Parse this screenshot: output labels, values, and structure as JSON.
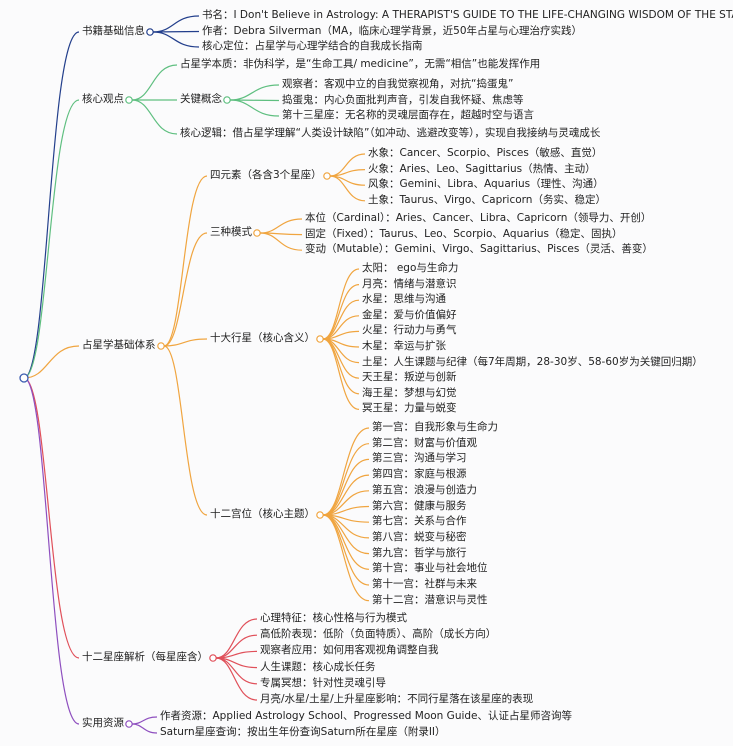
{
  "root": {
    "colors": [
      "#233f8c",
      "#5fbf80",
      "#f0a540",
      "#e0505a",
      "#8e4fbf"
    ]
  },
  "branches": [
    {
      "label": "书籍基础信息",
      "children": [
        {
          "label": "书名：I Don't Believe in Astrology: A THERAPIST'S GUIDE TO THE LIFE-CHANGING WISDOM OF THE STARS"
        },
        {
          "label": "作者：Debra Silverman（MA，临床心理学背景，近50年占星与心理治疗实践）"
        },
        {
          "label": "核心定位：占星学与心理学结合的自我成长指南"
        }
      ]
    },
    {
      "label": "核心观点",
      "children": [
        {
          "label": "占星学本质：非伪科学，是“生命工具/ medicine”，无需“相信”也能发挥作用"
        },
        {
          "label": "关键概念",
          "children": [
            {
              "label": "观察者：客观中立的自我觉察视角，对抗“捣蛋鬼”"
            },
            {
              "label": "捣蛋鬼：内心负面批判声音，引发自我怀疑、焦虑等"
            },
            {
              "label": "第十三星座：无名称的灵魂层面存在，超越时空与语言"
            }
          ]
        },
        {
          "label": "核心逻辑：借占星学理解“人类设计缺陷”（如冲动、逃避改变等），实现自我接纳与灵魂成长"
        }
      ]
    },
    {
      "label": "占星学基础体系",
      "children": [
        {
          "label": "四元素（各含3个星座）",
          "children": [
            {
              "label": "水象：Cancer、Scorpio、Pisces（敏感、直觉）"
            },
            {
              "label": "火象：Aries、Leo、Sagittarius（热情、主动）"
            },
            {
              "label": "风象：Gemini、Libra、Aquarius（理性、沟通）"
            },
            {
              "label": "土象：Taurus、Virgo、Capricorn（务实、稳定）"
            }
          ]
        },
        {
          "label": "三种模式",
          "children": [
            {
              "label": "本位（Cardinal）：Aries、Cancer、Libra、Capricorn（领导力、开创）"
            },
            {
              "label": "固定（Fixed）：Taurus、Leo、Scorpio、Aquarius（稳定、固执）"
            },
            {
              "label": "变动（Mutable）：Gemini、Virgo、Sagittarius、Pisces（灵活、善变）"
            }
          ]
        },
        {
          "label": "十大行星（核心含义）",
          "children": [
            {
              "label": "太阳： ego与生命力"
            },
            {
              "label": "月亮：情绪与潜意识"
            },
            {
              "label": "水星：思维与沟通"
            },
            {
              "label": "金星：爱与价值偏好"
            },
            {
              "label": "火星：行动力与勇气"
            },
            {
              "label": "木星：幸运与扩张"
            },
            {
              "label": "土星：人生课题与纪律（每7年周期，28-30岁、58-60岁为关键回归期）"
            },
            {
              "label": "天王星：叛逆与创新"
            },
            {
              "label": "海王星：梦想与幻觉"
            },
            {
              "label": "冥王星：力量与蜕变"
            }
          ]
        },
        {
          "label": "十二宫位（核心主题）",
          "children": [
            {
              "label": "第一宫：自我形象与生命力"
            },
            {
              "label": "第二宫：财富与价值观"
            },
            {
              "label": "第三宫：沟通与学习"
            },
            {
              "label": "第四宫：家庭与根源"
            },
            {
              "label": "第五宫：浪漫与创造力"
            },
            {
              "label": "第六宫：健康与服务"
            },
            {
              "label": "第七宫：关系与合作"
            },
            {
              "label": "第八宫：蜕变与秘密"
            },
            {
              "label": "第九宫：哲学与旅行"
            },
            {
              "label": "第十宫：事业与社会地位"
            },
            {
              "label": "第十一宫：社群与未来"
            },
            {
              "label": "第十二宫：潜意识与灵性"
            }
          ]
        }
      ]
    },
    {
      "label": "十二星座解析（每星座含）",
      "children": [
        {
          "label": "心理特征：核心性格与行为模式"
        },
        {
          "label": "高低阶表现：低阶（负面特质）、高阶（成长方向）"
        },
        {
          "label": "观察者应用：如何用客观视角调整自我"
        },
        {
          "label": "人生课题：核心成长任务"
        },
        {
          "label": "专属冥想：针对性灵魂引导"
        },
        {
          "label": "月亮/水星/土星/上升星座影响：不同行星落在该星座的表现"
        }
      ]
    },
    {
      "label": "实用资源",
      "children": [
        {
          "label": "作者资源：Applied Astrology School、Progressed Moon Guide、认证占星师咨询等"
        },
        {
          "label": "Saturn星座查询：按出生年份查询Saturn所在星座（附录II）"
        }
      ]
    }
  ]
}
